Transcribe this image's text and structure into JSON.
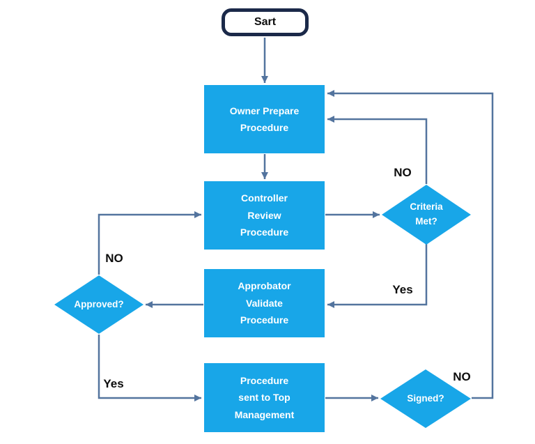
{
  "diagram": {
    "type": "flowchart",
    "nodes": {
      "start": {
        "label": "Sart",
        "shape": "terminator"
      },
      "owner": {
        "label": "Owner Prepare\nProcedure",
        "shape": "process"
      },
      "controller": {
        "label": "Controller\nReview\nProcedure",
        "shape": "process"
      },
      "criteria": {
        "label": "Criteria\nMet?",
        "shape": "decision"
      },
      "approbator": {
        "label": "Approbator\nValidate\nProcedure",
        "shape": "process"
      },
      "approved": {
        "label": "Approved?",
        "shape": "decision"
      },
      "top_management": {
        "label": "Procedure\nsent to Top\nManagement",
        "shape": "process"
      },
      "signed": {
        "label": "Signed?",
        "shape": "decision"
      }
    },
    "edge_labels": {
      "criteria_no": "NO",
      "criteria_yes": "Yes",
      "approved_no": "NO",
      "approved_yes": "Yes",
      "signed_no": "NO"
    },
    "edges": [
      "start -> owner",
      "owner -> controller",
      "controller -> criteria",
      "criteria -NO-> owner",
      "criteria -Yes-> approbator",
      "approbator -> approved",
      "approved -NO-> controller",
      "approved -Yes-> top_management",
      "top_management -> signed",
      "signed -NO-> owner"
    ],
    "colors": {
      "node_fill": "#18a6e8",
      "connector": "#53749e",
      "terminator_border": "#1b2949",
      "node_text": "#ffffff",
      "label_text": "#0d0d0d"
    }
  }
}
